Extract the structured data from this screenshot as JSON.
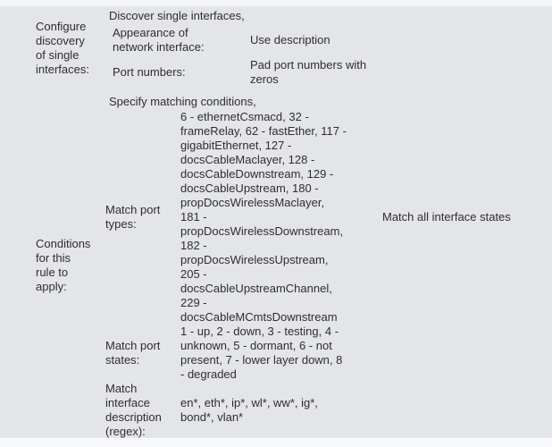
{
  "colors": {
    "panel_bg": "#e4e5e8",
    "top_strip_bg": "#f4f5f9",
    "bottom_strip_bg": "#f7f8fb",
    "text": "#2e2e2e"
  },
  "sections": [
    {
      "label": "Configure discovery of single interfaces:",
      "heading": "Discover single interfaces,",
      "fields": [
        {
          "label": "Appearance of network interface:",
          "value": "Use description"
        },
        {
          "label": "Port numbers:",
          "value": "Pad port numbers with zeros"
        }
      ]
    },
    {
      "label": "Conditions for this rule to apply:",
      "heading": "Specify matching conditions,",
      "fields": [
        {
          "label": "Match port types:",
          "value": "6 - ethernetCsmacd, 32 - frameRelay, 62 - fastEther, 117 - gigabitEthernet, 127 - docsCableMaclayer, 128 - docsCableDownstream, 129 - docsCableUpstream, 180 - propDocsWirelessMaclayer, 181 - propDocsWirelessDownstream, 182 - propDocsWirelessUpstream, 205 - docsCableUpstreamChannel, 229 - docsCableMCmtsDownstream",
          "side_note": "Match all interface states"
        },
        {
          "label": "Match port states:",
          "value": "1 - up, 2 - down, 3 - testing, 4 - unknown, 5 - dormant, 6 - not present, 7 - lower layer down, 8 - degraded"
        },
        {
          "label": "Match interface description (regex):",
          "value": "en*, eth*, ip*, wl*, ww*, ig*, bond*, vlan*"
        }
      ]
    }
  ]
}
